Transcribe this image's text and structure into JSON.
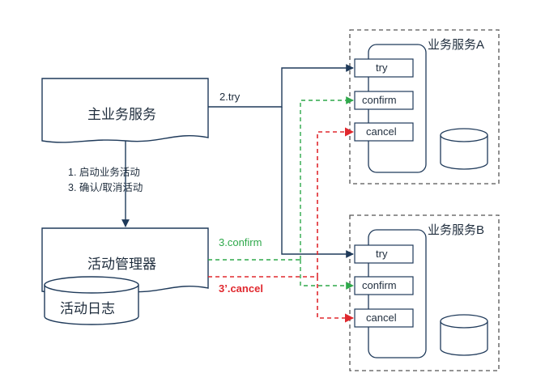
{
  "main_service": {
    "label": "主业务服务"
  },
  "activity_manager": {
    "label": "活动管理器"
  },
  "activity_log": {
    "label": "活动日志"
  },
  "notes": {
    "line1": "1. 启动业务活动",
    "line2": "3. 确认/取消活动"
  },
  "service_a": {
    "title": "业务服务A",
    "ops": {
      "try": "try",
      "confirm": "confirm",
      "cancel": "cancel"
    }
  },
  "service_b": {
    "title": "业务服务B",
    "ops": {
      "try": "try",
      "confirm": "confirm",
      "cancel": "cancel"
    }
  },
  "edges": {
    "try_label": "2.try",
    "confirm_label": "3.confirm",
    "cancel_label": "3’.cancel"
  },
  "colors": {
    "line": "#1f3a5a",
    "confirm": "#2ea84a",
    "cancel": "#e0282e",
    "dash_border": "#555555"
  }
}
